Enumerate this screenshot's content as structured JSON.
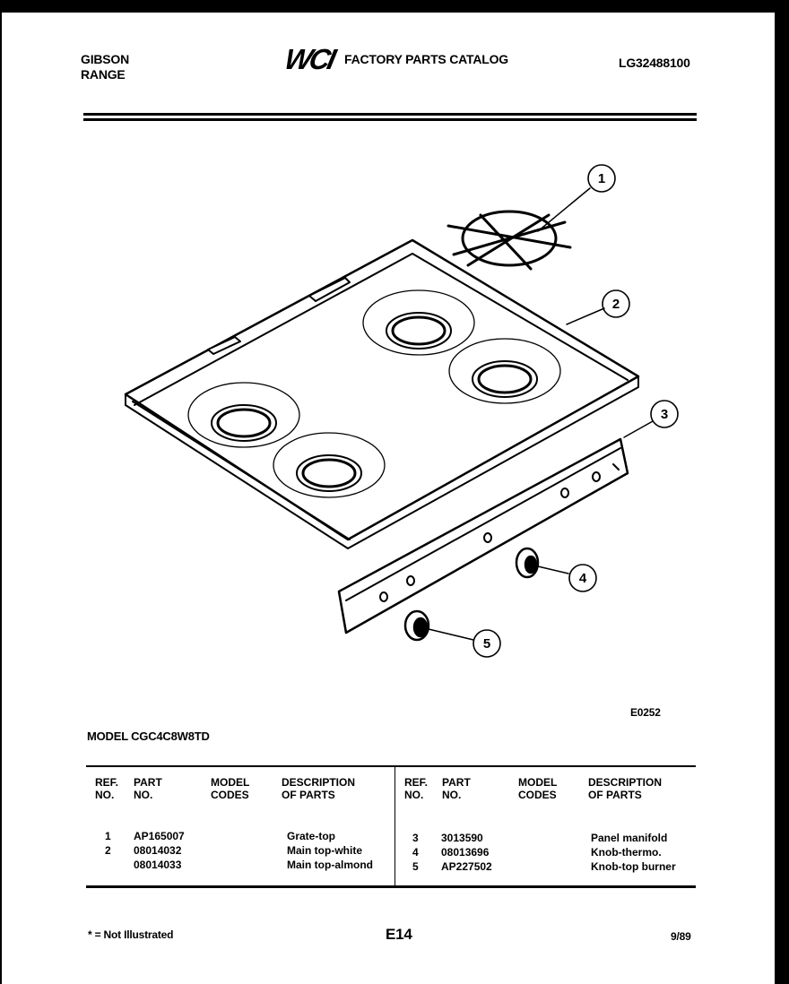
{
  "header": {
    "brand": "GIBSON",
    "product": "RANGE",
    "logo_text": "WCI",
    "catalog_title": "FACTORY PARTS CATALOG",
    "catalog_number": "LG32488100"
  },
  "diagram": {
    "figure_code": "E0252",
    "callouts": [
      "1",
      "2",
      "3",
      "4",
      "5"
    ]
  },
  "model_line": "MODEL CGC4C8W8TD",
  "table": {
    "headers_left": {
      "ref": [
        "REF.",
        "NO."
      ],
      "part": [
        "PART",
        "NO."
      ],
      "model": [
        "MODEL",
        "CODES"
      ],
      "desc": [
        "DESCRIPTION",
        "OF PARTS"
      ]
    },
    "headers_right": {
      "ref": [
        "REF.",
        "NO."
      ],
      "part": [
        "PART",
        "NO."
      ],
      "model": [
        "MODEL",
        "CODES"
      ],
      "desc": [
        "DESCRIPTION",
        "OF PARTS"
      ]
    },
    "rows_left": [
      {
        "ref": "1",
        "part": "AP165007",
        "desc": "Grate-top"
      },
      {
        "ref": "2",
        "part": "08014032",
        "desc": "Main top-white"
      },
      {
        "ref": "",
        "part": "08014033",
        "desc": "Main top-almond"
      }
    ],
    "rows_right": [
      {
        "ref": "3",
        "part": "3013590",
        "desc": "Panel manifold"
      },
      {
        "ref": "4",
        "part": "08013696",
        "desc": "Knob-thermo."
      },
      {
        "ref": "5",
        "part": "AP227502",
        "desc": "Knob-top burner"
      }
    ]
  },
  "footer": {
    "note": "* = Not Illustrated",
    "page_code": "E14",
    "date": "9/89"
  }
}
